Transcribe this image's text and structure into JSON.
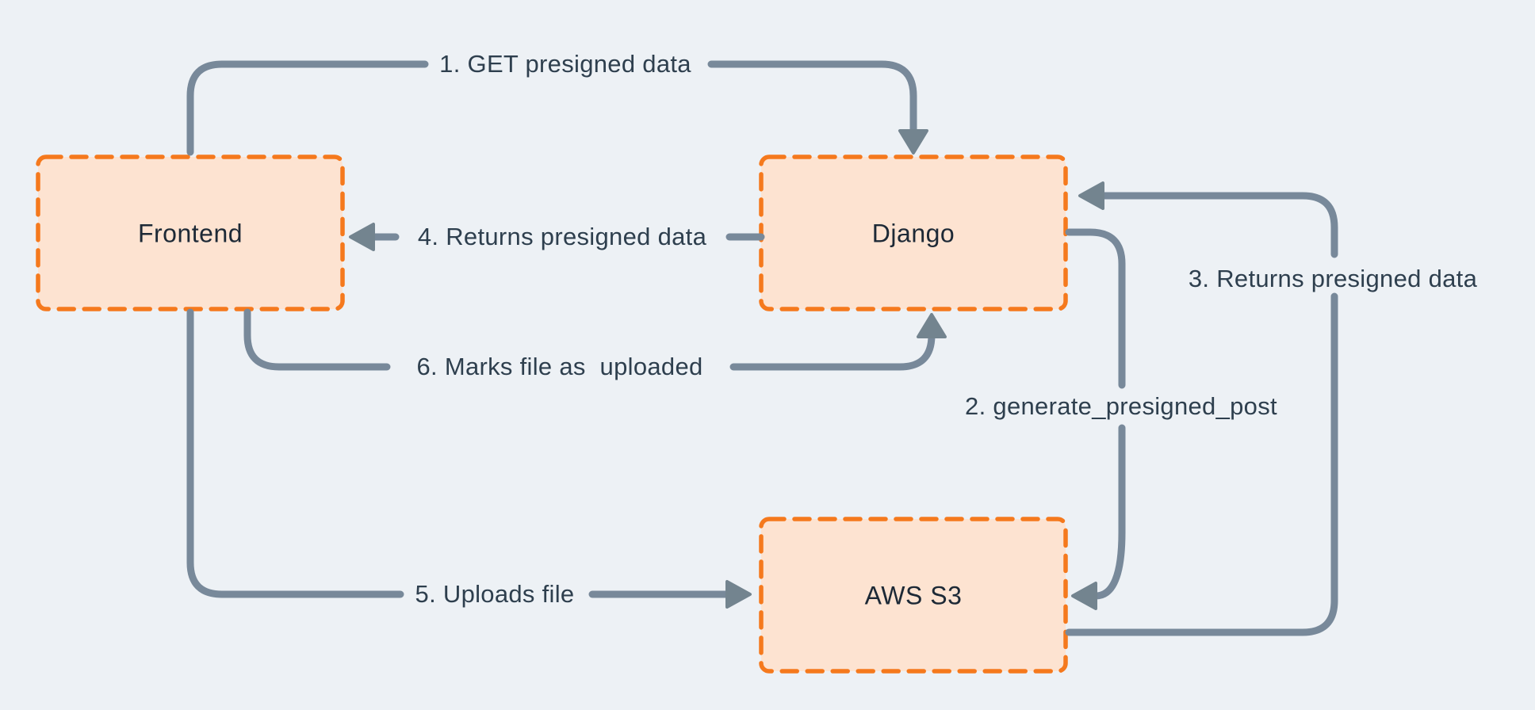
{
  "diagram": {
    "type": "flow-diagram",
    "colors": {
      "background": "#edf1f5",
      "node_fill": "#fde3d1",
      "node_border": "#f5791d",
      "arrow": "#78899a",
      "node_label_text": "#1d2936",
      "edge_label_text": "#2e3f4e"
    },
    "nodes": [
      {
        "id": "frontend",
        "label": "Frontend"
      },
      {
        "id": "django",
        "label": "Django"
      },
      {
        "id": "aws_s3",
        "label": "AWS S3"
      }
    ],
    "edges": [
      {
        "id": "1",
        "label": "1. GET presigned data",
        "from": "frontend",
        "to": "django"
      },
      {
        "id": "2",
        "label": "2. generate_presigned_post",
        "from": "django",
        "to": "aws_s3"
      },
      {
        "id": "3",
        "label": "3. Returns presigned data",
        "from": "aws_s3",
        "to": "django"
      },
      {
        "id": "4",
        "label": "4. Returns presigned data",
        "from": "django",
        "to": "frontend"
      },
      {
        "id": "5",
        "label": "5. Uploads file",
        "from": "frontend",
        "to": "aws_s3"
      },
      {
        "id": "6",
        "label": "6. Marks file as  uploaded",
        "from": "frontend",
        "to": "django"
      }
    ]
  }
}
